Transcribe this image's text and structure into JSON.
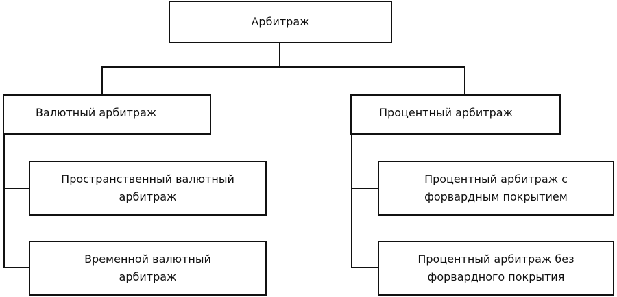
{
  "diagram": {
    "root": {
      "label": "Арбитраж"
    },
    "branches": [
      {
        "label": "Валютный арбитраж",
        "children": [
          {
            "lines": [
              "Пространственный валютный",
              "арбитраж"
            ]
          },
          {
            "lines": [
              "Временной валютный",
              "арбитраж"
            ]
          }
        ]
      },
      {
        "label": "Процентный арбитраж",
        "children": [
          {
            "lines": [
              "Процентный арбитраж с",
              "форвардным покрытием"
            ]
          },
          {
            "lines": [
              "Процентный арбитраж без",
              "форвардного покрытия"
            ]
          }
        ]
      }
    ]
  }
}
